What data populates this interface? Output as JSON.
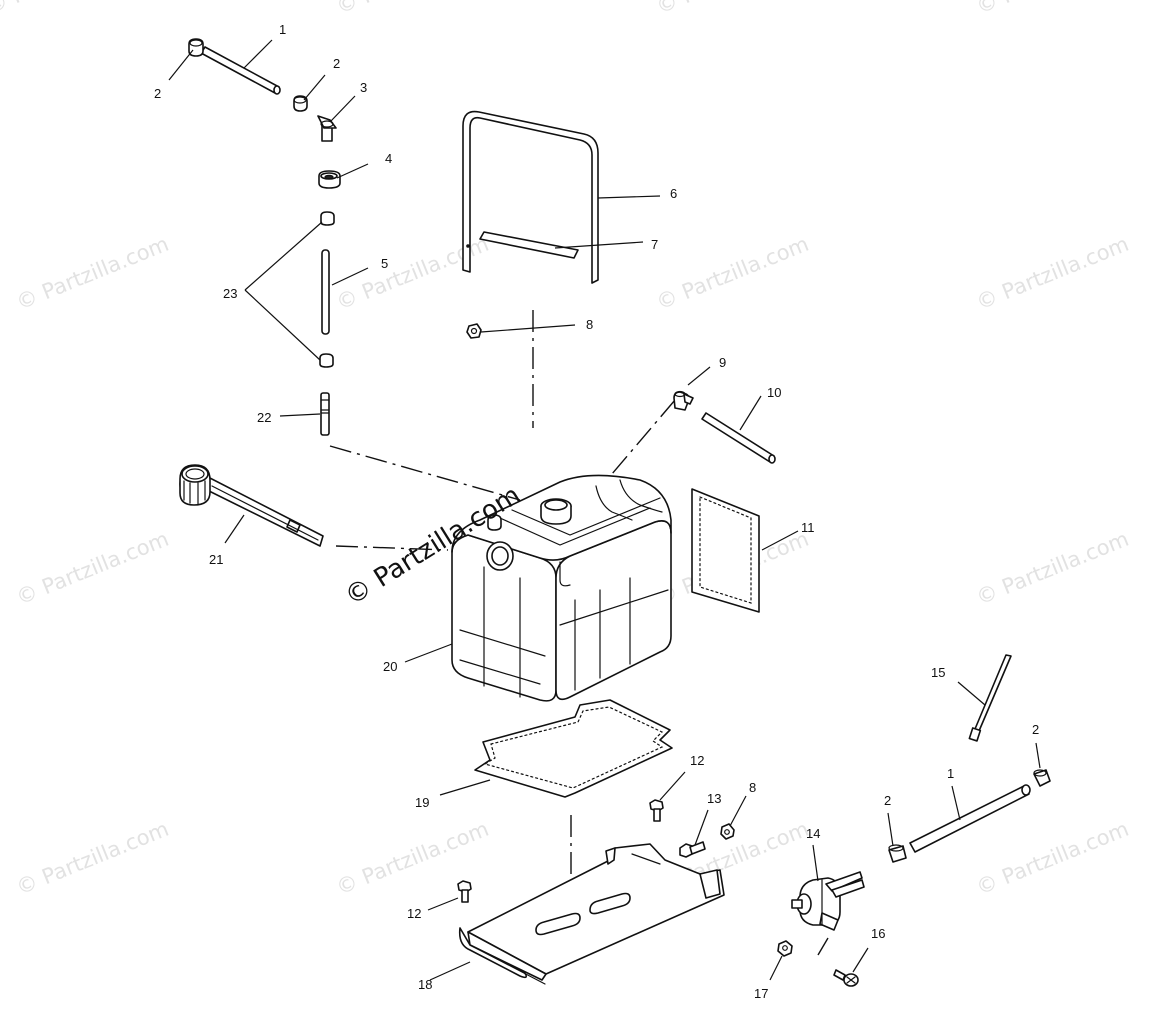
{
  "watermark": {
    "text": "© Partzilla.com",
    "color": "#e2e2e2",
    "main_text": "© Partzilla.com",
    "main_color": "#111111"
  },
  "diagram": {
    "line_color": "#111111",
    "background": "#ffffff"
  },
  "callouts": [
    {
      "id": "c1a",
      "label": "1"
    },
    {
      "id": "c2a",
      "label": "2"
    },
    {
      "id": "c2b",
      "label": "2"
    },
    {
      "id": "c3",
      "label": "3"
    },
    {
      "id": "c4",
      "label": "4"
    },
    {
      "id": "c5",
      "label": "5"
    },
    {
      "id": "c6",
      "label": "6"
    },
    {
      "id": "c7",
      "label": "7"
    },
    {
      "id": "c8a",
      "label": "8"
    },
    {
      "id": "c9",
      "label": "9"
    },
    {
      "id": "c10",
      "label": "10"
    },
    {
      "id": "c11",
      "label": "11"
    },
    {
      "id": "c12a",
      "label": "12"
    },
    {
      "id": "c12b",
      "label": "12"
    },
    {
      "id": "c13",
      "label": "13"
    },
    {
      "id": "c8b",
      "label": "8"
    },
    {
      "id": "c14",
      "label": "14"
    },
    {
      "id": "c15",
      "label": "15"
    },
    {
      "id": "c2c",
      "label": "2"
    },
    {
      "id": "c1b",
      "label": "1"
    },
    {
      "id": "c2d",
      "label": "2"
    },
    {
      "id": "c16",
      "label": "16"
    },
    {
      "id": "c17",
      "label": "17"
    },
    {
      "id": "c18",
      "label": "18"
    },
    {
      "id": "c19",
      "label": "19"
    },
    {
      "id": "c20",
      "label": "20"
    },
    {
      "id": "c21",
      "label": "21"
    },
    {
      "id": "c22",
      "label": "22"
    },
    {
      "id": "c23",
      "label": "23"
    }
  ]
}
